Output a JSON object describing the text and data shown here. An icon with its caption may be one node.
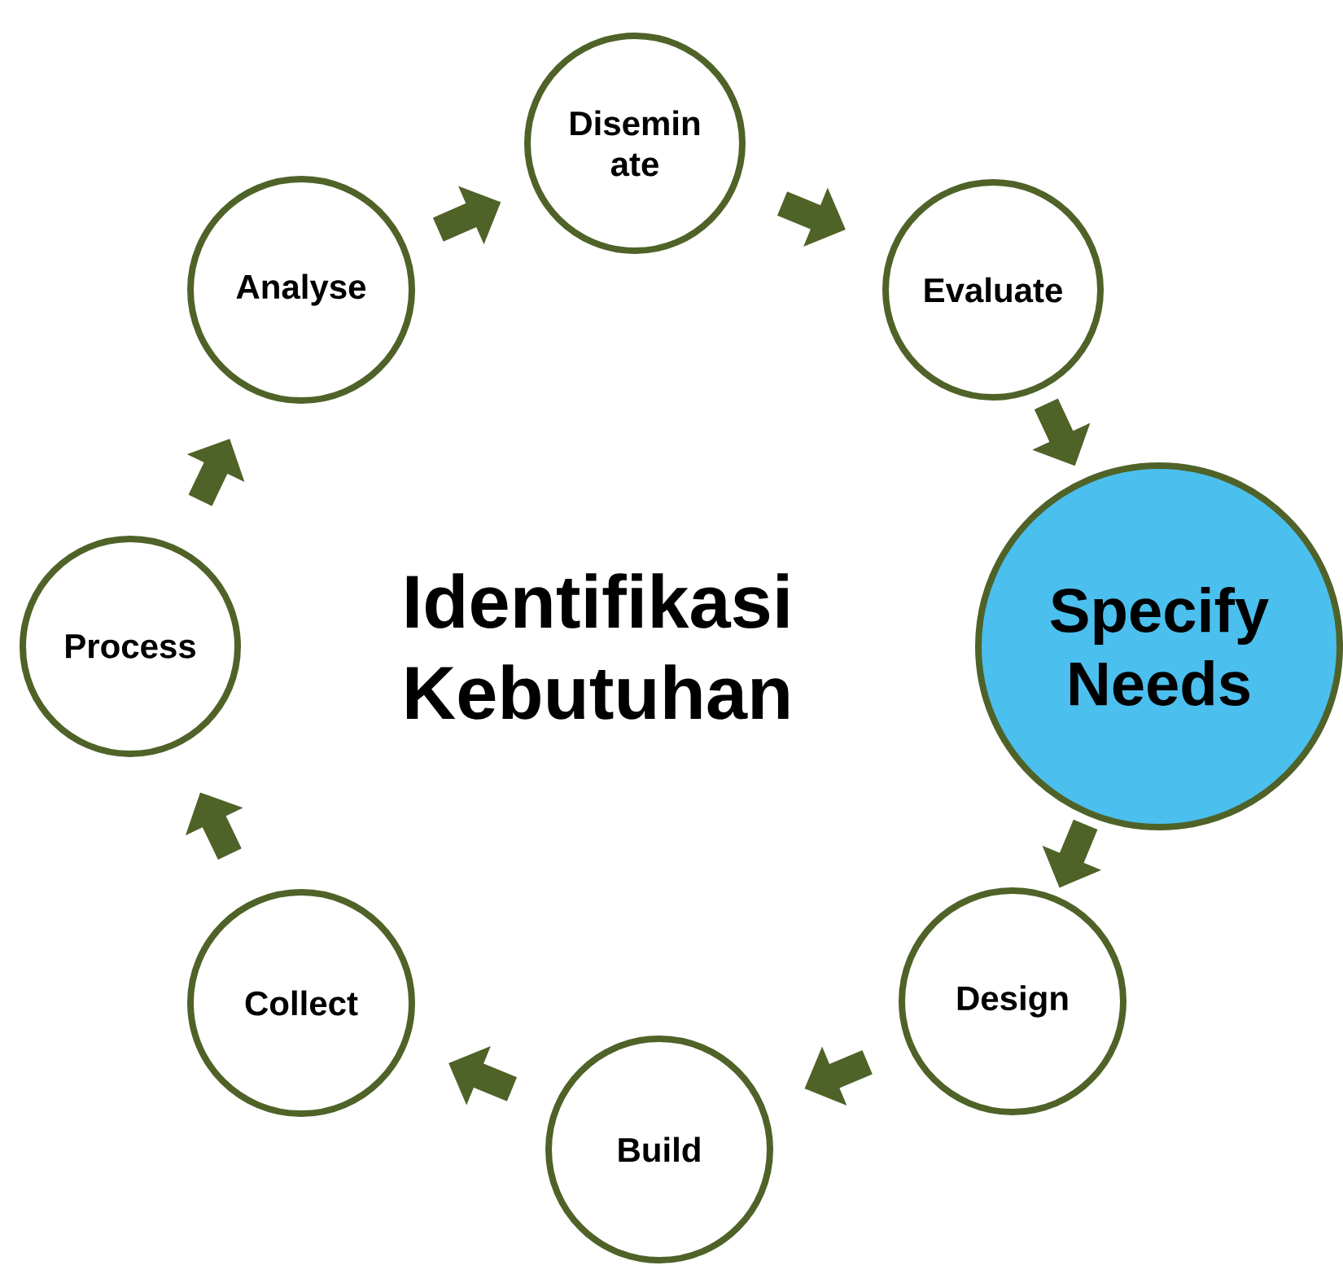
{
  "diagram": {
    "title": "Identifikasi Kebutuhan",
    "nodes": [
      {
        "text": [
          "Disemin ate"
        ]
      },
      {
        "text": [
          "Evaluate"
        ]
      },
      {
        "text": [
          "Specify Needs"
        ]
      },
      {
        "text": [
          "Design"
        ]
      },
      {
        "text": [
          "Build"
        ]
      },
      {
        "text": [
          "Collect"
        ]
      },
      {
        "text": [
          "Process"
        ]
      },
      {
        "text": [
          "Analyse"
        ]
      }
    ],
    "edges": [
      {
        "from": 7,
        "to": 0,
        "arrow": "to"
      },
      {
        "from": 0,
        "to": 1,
        "arrow": "to"
      },
      {
        "from": 1,
        "to": 2,
        "arrow": "to"
      },
      {
        "from": 2,
        "to": 3,
        "arrow": "to"
      },
      {
        "from": 3,
        "to": 4,
        "arrow": "to"
      },
      {
        "from": 4,
        "to": 5,
        "arrow": "to"
      },
      {
        "from": 5,
        "to": 6,
        "arrow": "to"
      },
      {
        "from": 6,
        "to": 7,
        "arrow": "to"
      }
    ]
  }
}
